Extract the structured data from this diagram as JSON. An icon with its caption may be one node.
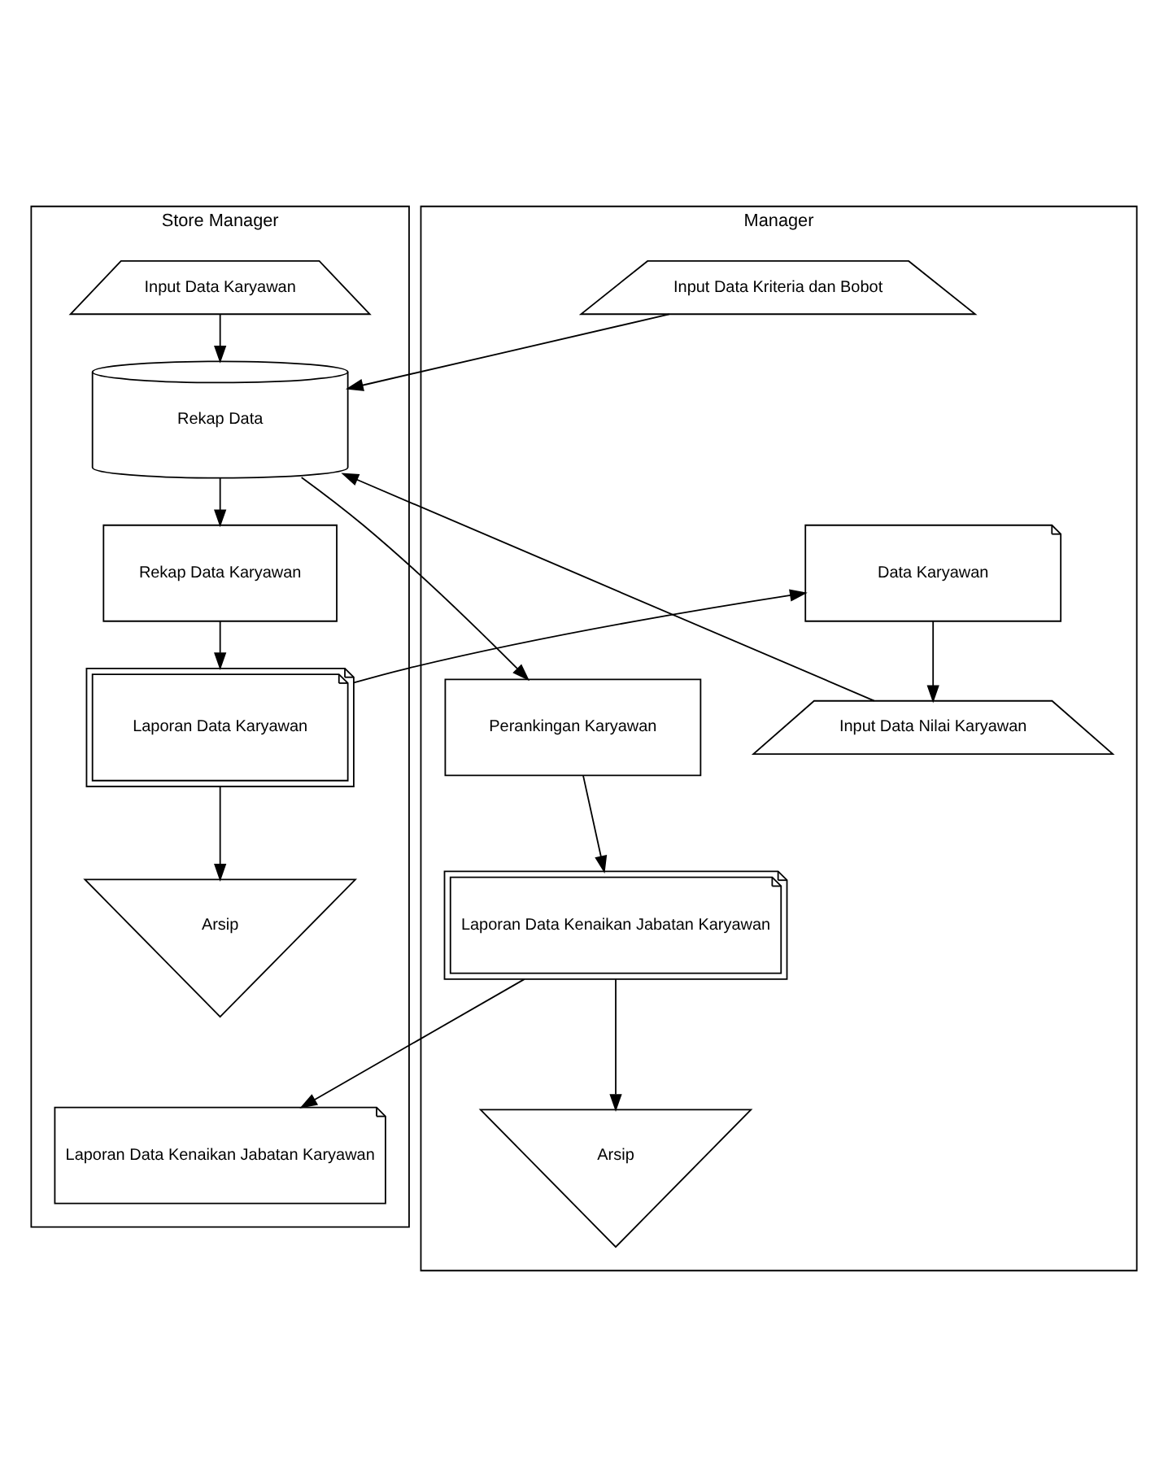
{
  "diagram": {
    "nodes": [
      {
        "text": [
          "Store Manager"
        ]
      },
      {
        "text": [
          "Manager"
        ]
      },
      {
        "text": [
          "Input Data Karyawan"
        ],
        "in": 0
      },
      {
        "text": [
          "Rekap Data"
        ],
        "in": 0
      },
      {
        "text": [
          "Rekap Data Karyawan"
        ],
        "in": 0
      },
      {
        "text": [
          "Laporan Data Karyawan"
        ],
        "in": 0
      },
      {
        "text": [
          "Arsip"
        ],
        "in": 0
      },
      {
        "text": [
          "Laporan Data Kenaikan Jabatan Karyawan"
        ],
        "in": 0
      },
      {
        "text": [
          "Input Data Kriteria dan Bobot"
        ],
        "in": 1
      },
      {
        "text": [
          "Data Karyawan"
        ],
        "in": 1
      },
      {
        "text": [
          "Input Data Nilai Karyawan"
        ],
        "in": 1
      },
      {
        "text": [
          "Perankingan Karyawan"
        ],
        "in": 1
      },
      {
        "text": [
          "Laporan Data Kenaikan Jabatan Karyawan"
        ],
        "in": 1
      },
      {
        "text": [
          "Arsip"
        ],
        "in": 1
      }
    ],
    "edges": [
      {
        "from": 2,
        "to": 3,
        "arrow": "to"
      },
      {
        "from": 8,
        "to": 3,
        "arrow": "to"
      },
      {
        "from": 10,
        "to": 3,
        "arrow": "to"
      },
      {
        "from": 3,
        "to": 4,
        "arrow": "to"
      },
      {
        "from": 3,
        "to": 11,
        "arrow": "to"
      },
      {
        "from": 4,
        "to": 5,
        "arrow": "to"
      },
      {
        "from": 5,
        "to": 9,
        "arrow": "to"
      },
      {
        "from": 9,
        "to": 10,
        "arrow": "to"
      },
      {
        "from": 5,
        "to": 6,
        "arrow": "to"
      },
      {
        "from": 11,
        "to": 12,
        "arrow": "to"
      },
      {
        "from": 12,
        "to": 13,
        "arrow": "to"
      },
      {
        "from": 12,
        "to": 7,
        "arrow": "to"
      }
    ]
  }
}
